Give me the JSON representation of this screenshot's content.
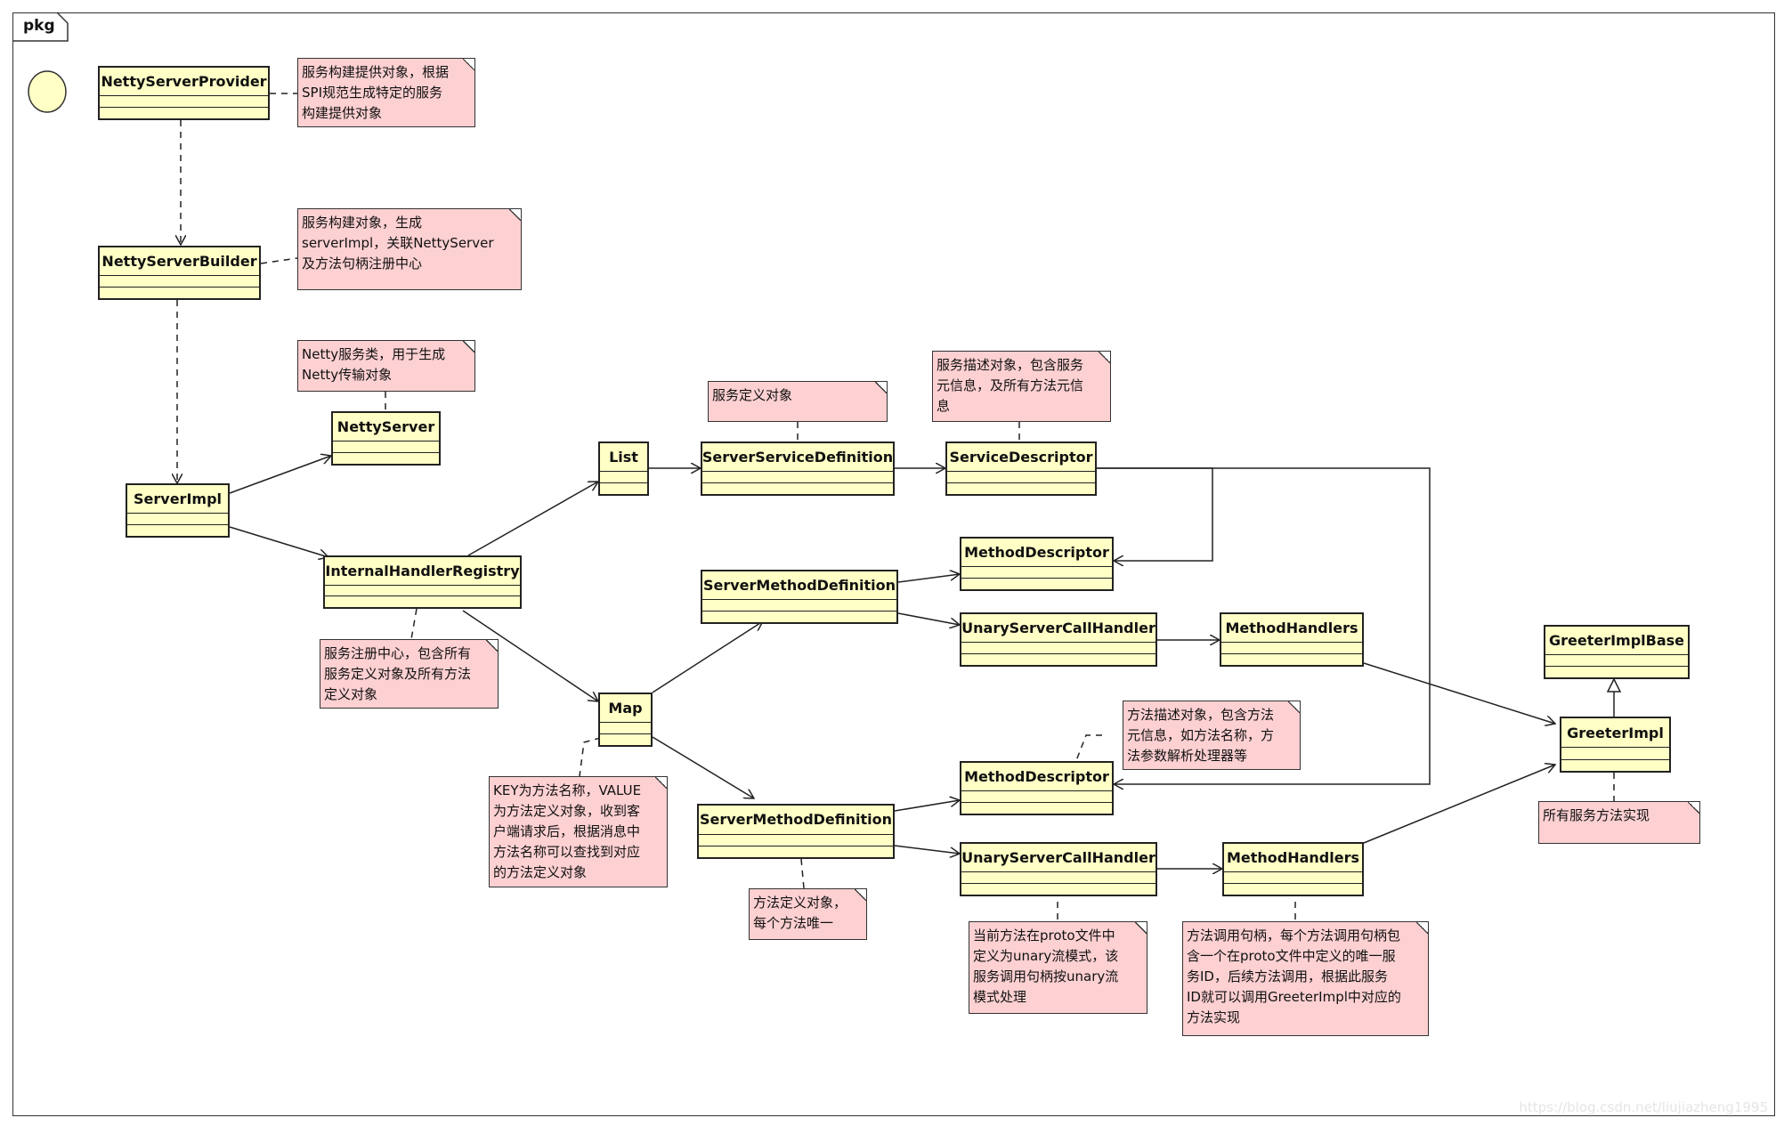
{
  "package_label": "pkg",
  "watermark": "https://blog.csdn.net/liujiazheng1995",
  "classes": {
    "netty_server_provider": "NettyServerProvider",
    "netty_server_builder": "NettyServerBuilder",
    "netty_server": "NettyServer",
    "server_impl": "ServerImpl",
    "internal_handler_registry": "InternalHandlerRegistry",
    "list": "List",
    "map": "Map",
    "server_service_definition": "ServerServiceDefinition",
    "service_descriptor": "ServiceDescriptor",
    "method_descriptor_1": "MethodDescriptor",
    "server_method_definition_1": "ServerMethodDefinition",
    "unary_server_call_handler_1": "UnaryServerCallHandler",
    "method_handlers_1": "MethodHandlers",
    "method_descriptor_2": "MethodDescriptor",
    "server_method_definition_2": "ServerMethodDefinition",
    "unary_server_call_handler_2": "UnaryServerCallHandler",
    "method_handlers_2": "MethodHandlers",
    "greeter_impl_base": "GreeterImplBase",
    "greeter_impl": "GreeterImpl"
  },
  "notes": {
    "provider_note": "服务构建提供对象，根据\nSPI规范生成特定的服务\n构建提供对象",
    "builder_note": "服务构建对象，生成\nserverImpl，关联NettyServer\n及方法句柄注册中心",
    "netty_server_note": "Netty服务类，用于生成\nNetty传输对象",
    "service_definition_note": "服务定义对象",
    "service_descriptor_note": "服务描述对象，包含服务\n元信息，及所有方法元信\n息",
    "registry_note": "服务注册中心，包含所有\n服务定义对象及所有方法\n定义对象",
    "map_note": "KEY为方法名称，VALUE\n为方法定义对象，收到客\n户端请求后，根据消息中\n方法名称可以查找到对应\n的方法定义对象",
    "method_descriptor_note": "方法描述对象，包含方法\n元信息，如方法名称，方\n法参数解析处理器等",
    "method_definition_note": "方法定义对象，\n每个方法唯一",
    "unary_handler_note": "当前方法在proto文件中\n定义为unary流模式，该\n服务调用句柄按unary流\n模式处理",
    "method_handlers_note": "方法调用句柄，每个方法调用句柄包\n含一个在proto文件中定义的唯一服\n务ID，后续方法调用，根据此服务\nID就可以调用GreeterImpl中对应的\n方法实现",
    "greeter_impl_note": "所有服务方法实现"
  }
}
